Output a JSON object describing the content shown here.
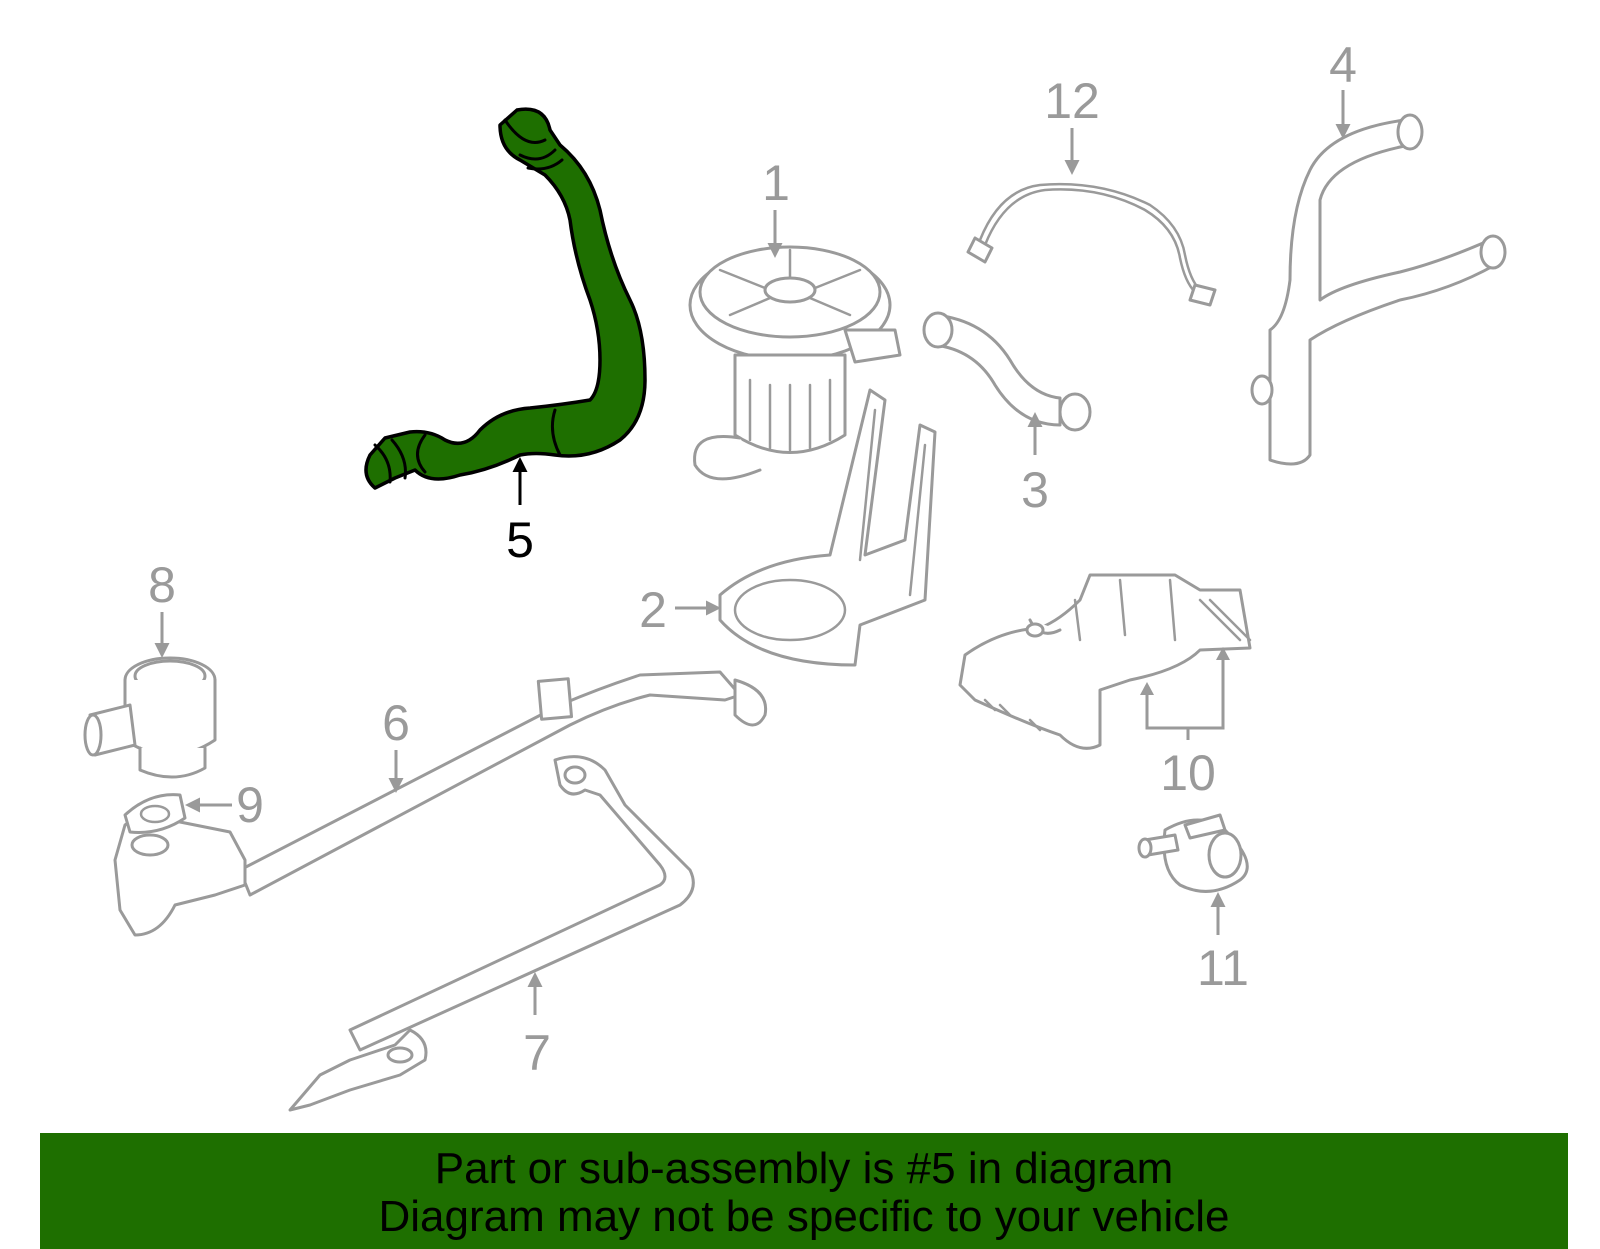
{
  "callouts": {
    "c1": "1",
    "c2": "2",
    "c3": "3",
    "c4": "4",
    "c5": "5",
    "c6": "6",
    "c7": "7",
    "c8": "8",
    "c9": "9",
    "c10": "10",
    "c11": "11",
    "c12": "12"
  },
  "highlighted_part": "5",
  "colors": {
    "highlight": "#1e6f00",
    "part_outline": "#9a9a9a",
    "banner_background": "#1e6f00"
  },
  "banner": {
    "line1": "Part or sub-assembly is #5 in diagram",
    "line2": "Diagram may not be specific to your vehicle"
  }
}
